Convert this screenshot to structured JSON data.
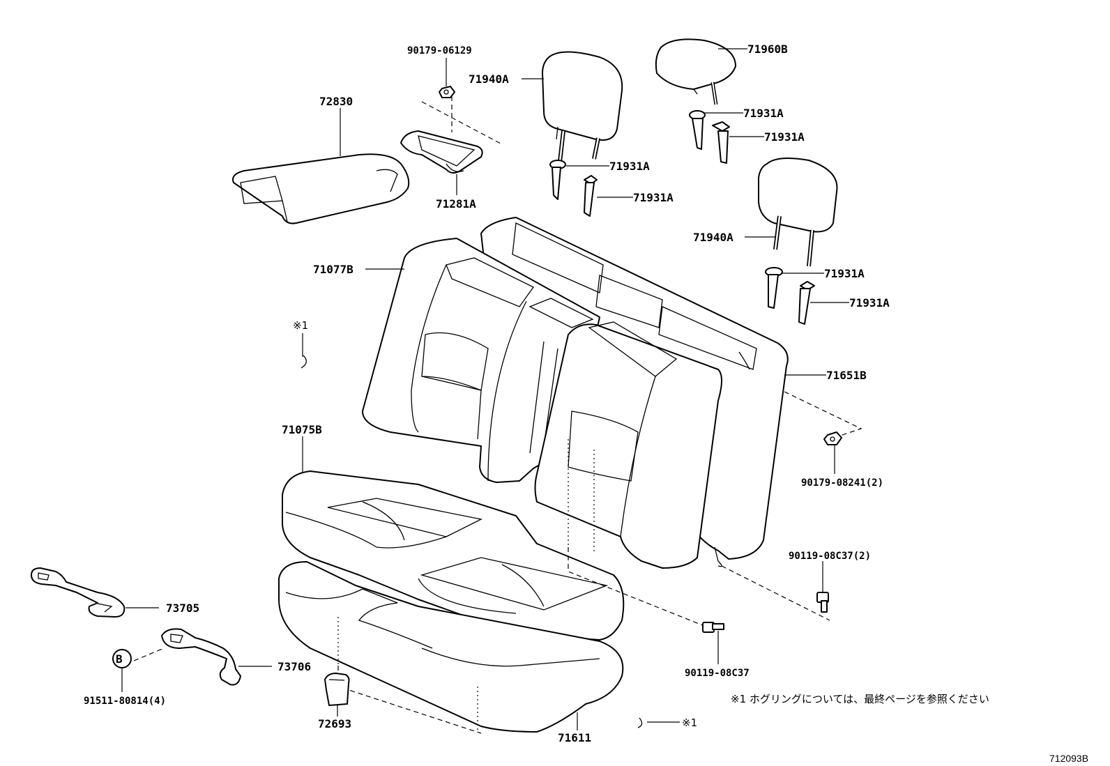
{
  "parts": {
    "p90179_06129": "90179-06129",
    "p72830": "72830",
    "p71940A_top": "71940A",
    "p71960B": "71960B",
    "p71931A_a": "71931A",
    "p71931A_b": "71931A",
    "p71931A_c": "71931A",
    "p71931A_d": "71931A",
    "p71281A": "71281A",
    "p71940A_right": "71940A",
    "p71931A_e": "71931A",
    "p71931A_f": "71931A",
    "p71077B": "71077B",
    "p71651B": "71651B",
    "p71075B": "71075B",
    "p90179_08241": "90179-08241(2)",
    "p90119_08C37_2": "90119-08C37(2)",
    "p73705": "73705",
    "p73706": "73706",
    "p91511_80814": "91511-80814(4)",
    "p90119_08C37": "90119-08C37",
    "p72693": "72693",
    "p71611": "71611"
  },
  "ref_marks": {
    "note1_left": "※1",
    "note1_bottom": "※1",
    "circle_b": "B"
  },
  "footnote": "※1 ホグリングについては、最終ページを参照ください",
  "drawing_id": "712093B"
}
